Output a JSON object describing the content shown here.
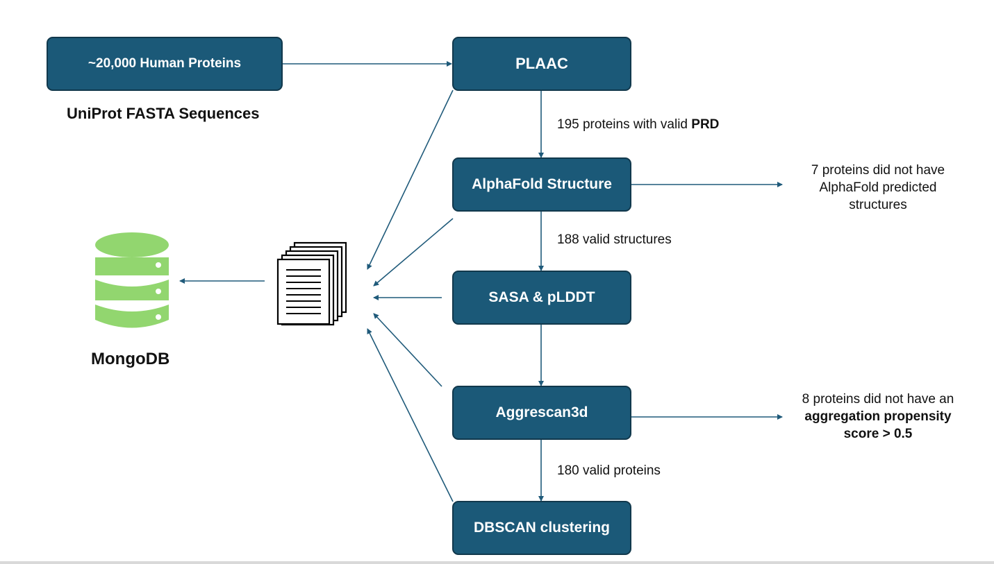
{
  "input": {
    "box_label": "~20,000 Human Proteins",
    "caption": "UniProt FASTA Sequences"
  },
  "steps": {
    "plaac": "PLAAC",
    "alphafold": "AlphaFold Structure",
    "sasa": "SASA & pLDDT",
    "aggrescan": "Aggrescan3d",
    "dbscan": "DBSCAN clustering"
  },
  "edges": {
    "plaac_to_alphafold": {
      "prefix": "195 proteins with valid ",
      "emphasis": "PRD"
    },
    "alphafold_to_sasa": "188 valid structures",
    "aggrescan_to_dbscan": "180 valid proteins"
  },
  "notes": {
    "alphafold_excluded": [
      "7 proteins did not have",
      "AlphaFold predicted",
      "structures"
    ],
    "aggrescan_excluded": {
      "line1": "8 proteins did not have an",
      "line2": "aggregation propensity",
      "line3": "score > 0.5"
    }
  },
  "database": {
    "label": "MongoDB",
    "icon": "database-icon"
  },
  "documents": {
    "icon": "documents-icon"
  },
  "colors": {
    "box_fill": "#1b5978",
    "box_border": "#11384c",
    "arrow": "#1f5a7a",
    "database": "#92d66f"
  }
}
